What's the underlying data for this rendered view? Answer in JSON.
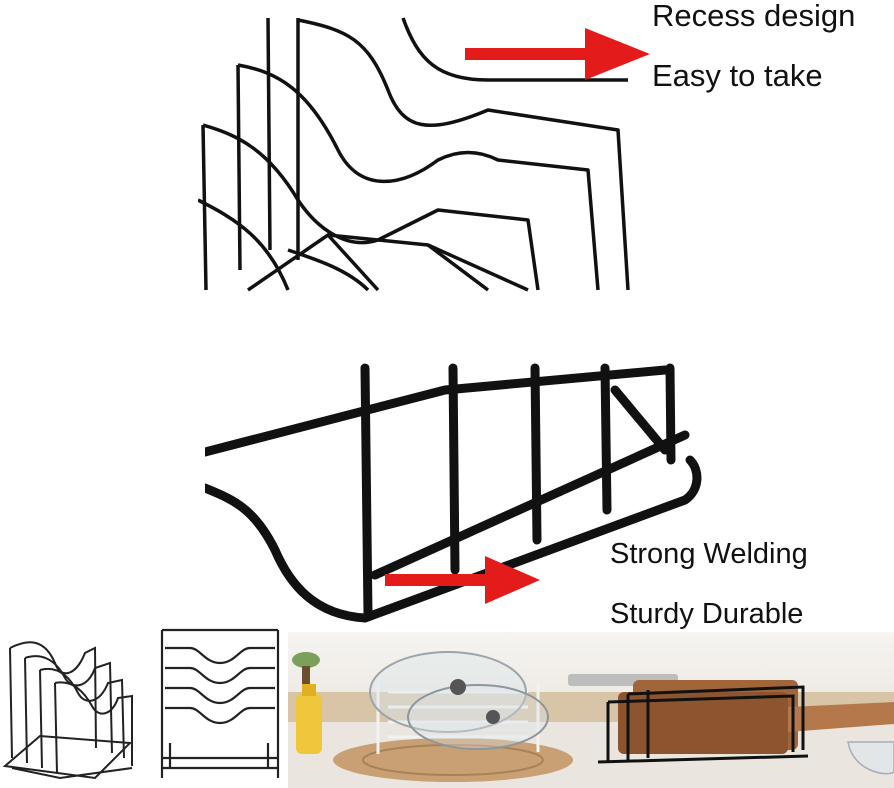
{
  "top_feature": {
    "line1": "Recess design",
    "line2": "Easy to take",
    "arrow_color": "#e31b1b"
  },
  "middle_feature": {
    "line1": "Strong Welding",
    "line2": "Sturdy Durable",
    "arrow_color": "#e31b1b"
  },
  "colors": {
    "wire_dark": "#111111",
    "wire_white": "#f2f2f2",
    "wood": "#a0663a",
    "countertop": "#eae6df"
  }
}
